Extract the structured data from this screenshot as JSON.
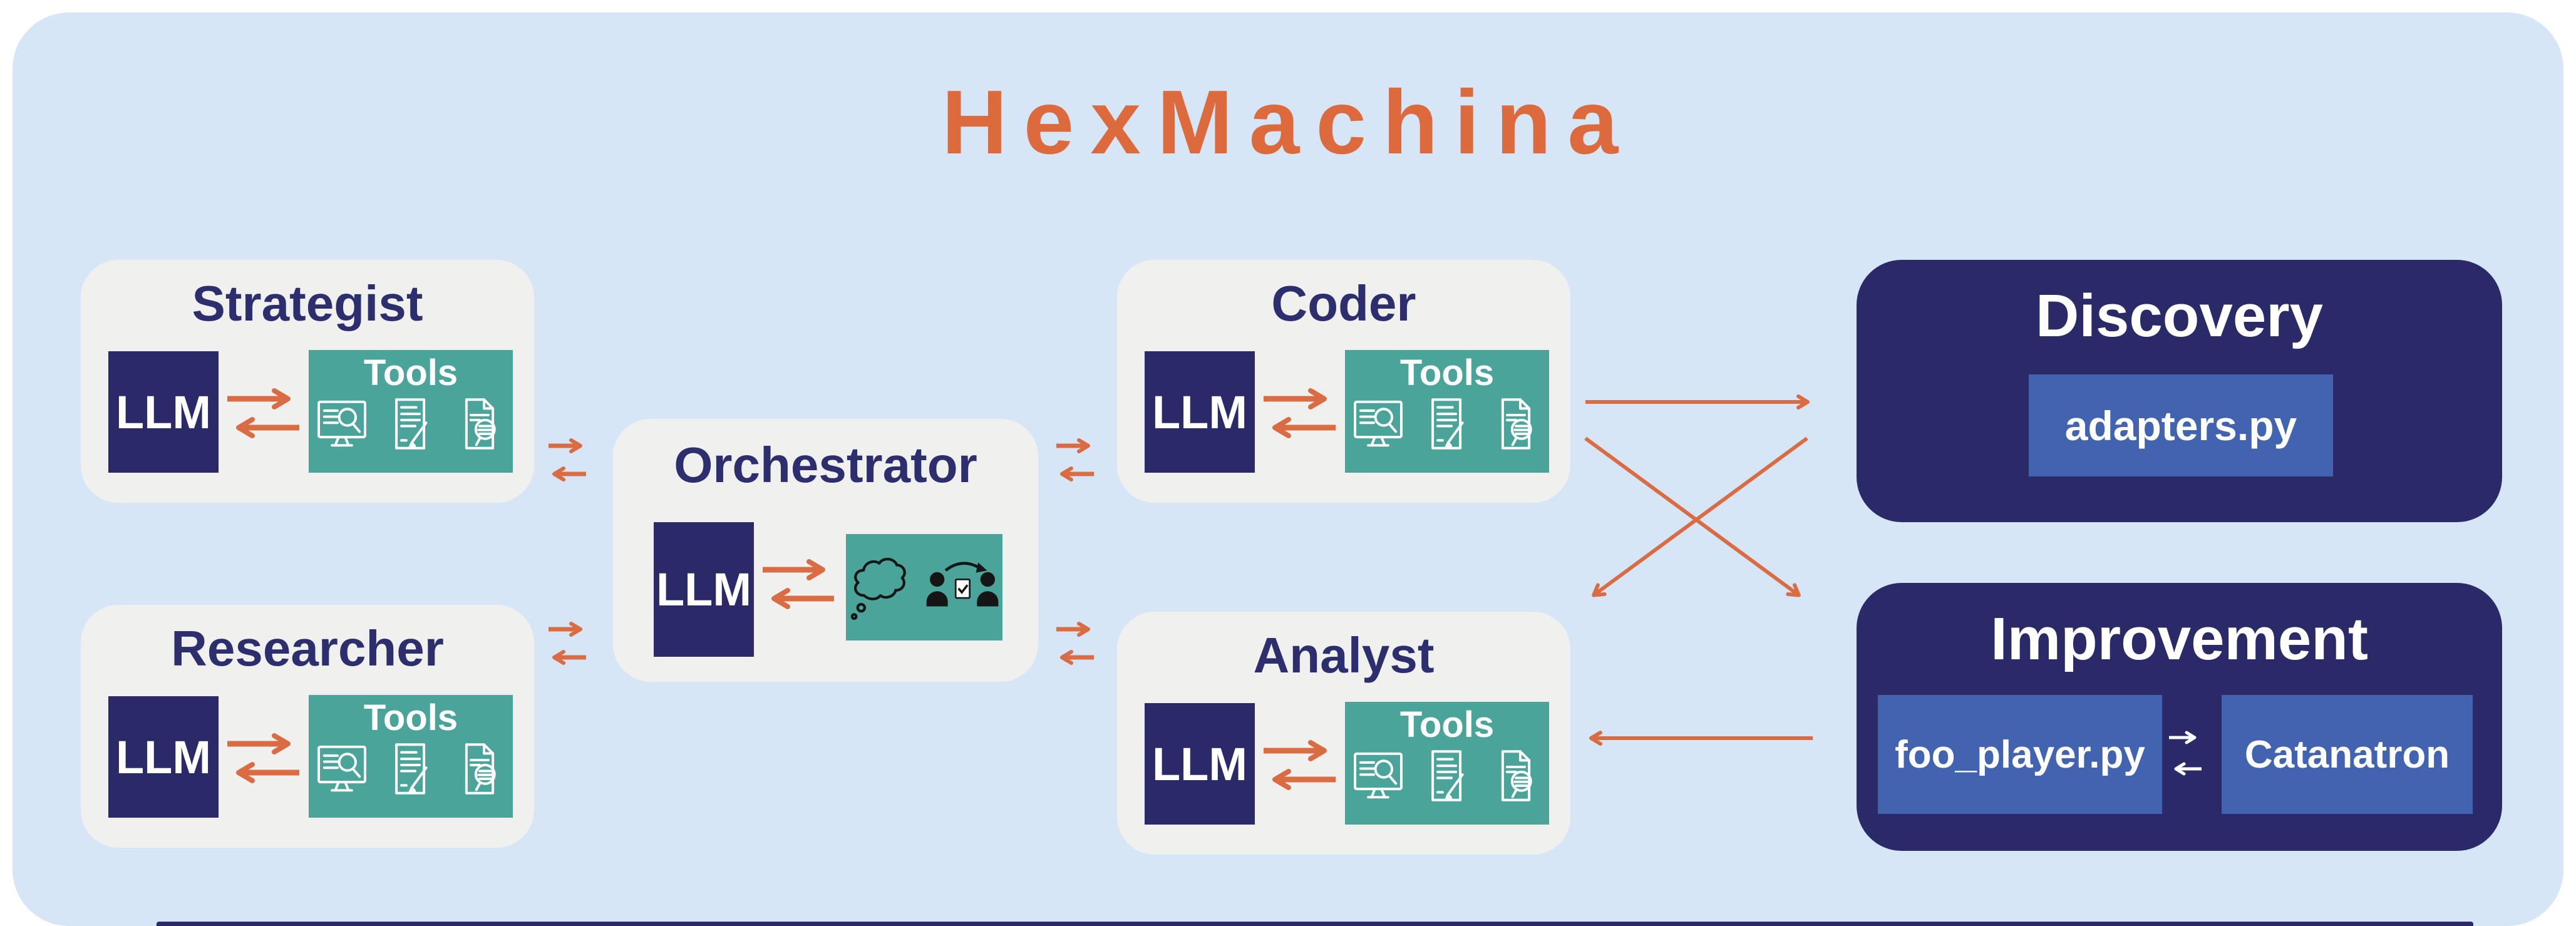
{
  "title": "HexMachina",
  "agents": [
    {
      "title": "Strategist",
      "llm_label": "LLM",
      "tools_label": "Tools"
    },
    {
      "title": "Researcher",
      "llm_label": "LLM",
      "tools_label": "Tools"
    },
    {
      "title": "Coder",
      "llm_label": "LLM",
      "tools_label": "Tools"
    },
    {
      "title": "Analyst",
      "llm_label": "LLM",
      "tools_label": "Tools"
    }
  ],
  "orchestrator": {
    "title": "Orchestrator",
    "llm_label": "LLM"
  },
  "panels": {
    "discovery": {
      "title": "Discovery",
      "artifact": "adapters.py"
    },
    "improvement": {
      "title": "Improvement",
      "artifact": "foo_player.py",
      "system": "Catanatron"
    }
  },
  "icons": {
    "tools": [
      "screen-search-icon",
      "document-edit-icon",
      "document-inspect-icon"
    ],
    "orchestrator": [
      "thought-cloud-icon",
      "team-handoff-icon"
    ]
  },
  "colors": {
    "background": "#ffffff",
    "canvas_blue": "#d6e6f6",
    "card_gray": "#f0f0ee",
    "navy": "#2a2a68",
    "teal": "#4aa49a",
    "arrow_orange": "#d96c43",
    "title_orange": "#dc6a3c",
    "chip_blue": "#4163b0"
  }
}
